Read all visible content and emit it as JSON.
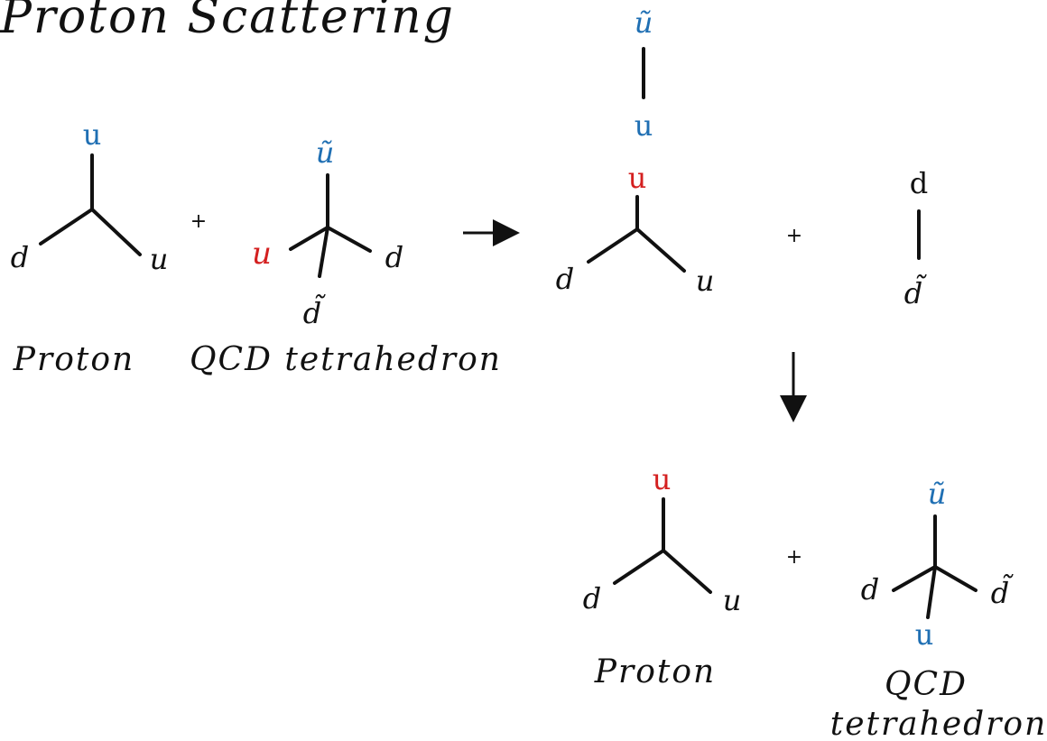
{
  "title": "Proton Scattering",
  "colors": {
    "blue": "#1f6fb3",
    "red": "#d42020",
    "black": "#111111"
  },
  "plus": "+",
  "captions": {
    "proton_1": "Proton",
    "tetra_1": "QCD tetrahedron",
    "proton_2": "Proton",
    "tetra_2_line1": "QCD",
    "tetra_2_line2": "tetrahedron"
  },
  "quarks": {
    "u": "u",
    "d": "d",
    "u_tilde": "ũ",
    "d_tilde": "d̃"
  }
}
